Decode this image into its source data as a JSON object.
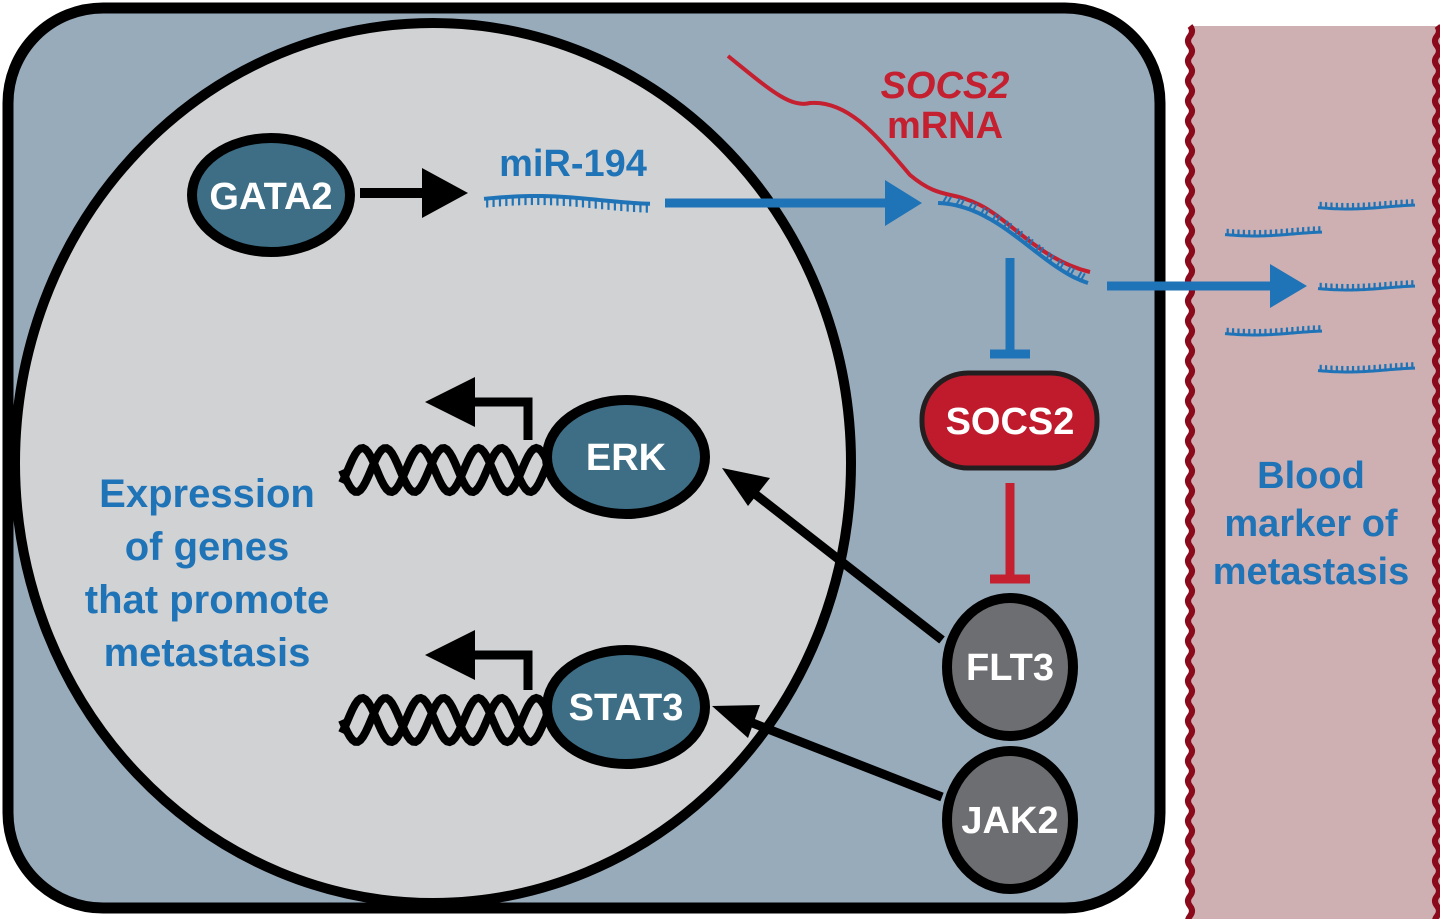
{
  "colors": {
    "cell_fill": "#98abbb",
    "nucleus_fill": "#d1d2d4",
    "outline": "#000000",
    "teal_node": "#3d6e85",
    "gray_node": "#6d6e71",
    "socs2_protein": "#c01b2c",
    "mirna_blue": "#1f73b7",
    "mrna_red": "#c4202f",
    "vessel_fill": "#cfb0b2",
    "vessel_wall": "#8a0a1c"
  },
  "nucleus": {
    "gata2": "GATA2",
    "mirna": "miR-194",
    "erk": "ERK",
    "stat3": "STAT3",
    "expression_lines": [
      "Expression",
      "of genes",
      "that promote",
      "metastasis"
    ]
  },
  "cytoplasm": {
    "mrna_lines": [
      "SOCS2",
      "mRNA"
    ],
    "socs2_protein": "SOCS2",
    "flt3": "FLT3",
    "jak2": "JAK2"
  },
  "blood": {
    "label_lines": [
      "Blood",
      "marker of",
      "metastasis"
    ]
  }
}
